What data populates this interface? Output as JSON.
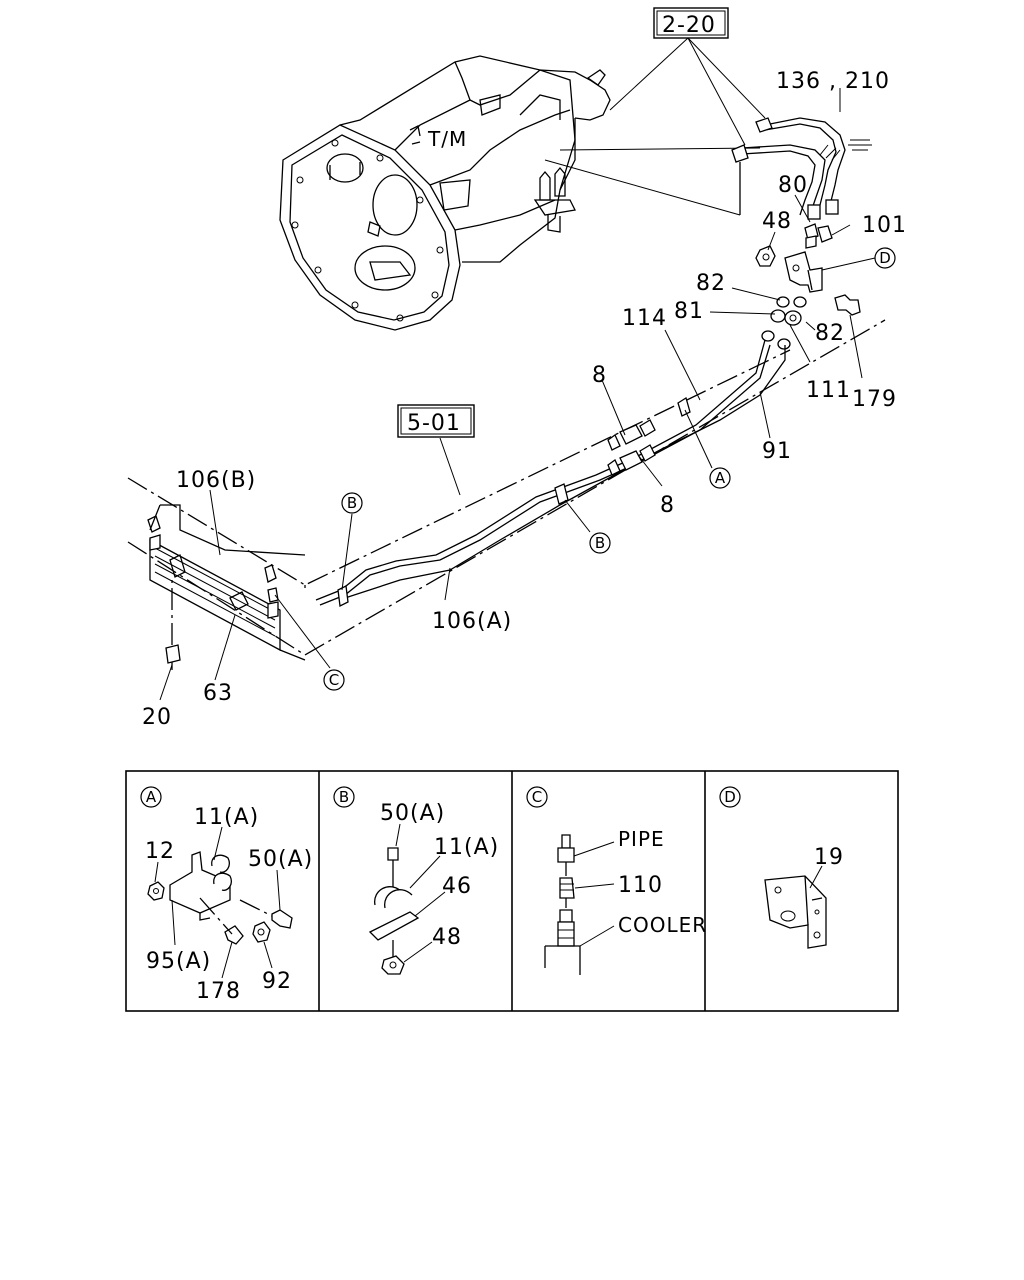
{
  "refs": {
    "transmission_ref": "2-20",
    "frame_ref": "5-01"
  },
  "main_labels": {
    "tm": "T/M",
    "p136_210": "136 , 210",
    "p80": "80",
    "p48": "48",
    "p101": "101",
    "p82a": "82",
    "p81": "81",
    "p82b": "82",
    "p114": "114",
    "p179": "179",
    "p111": "111",
    "p8a": "8",
    "p91": "91",
    "p8b": "8",
    "p106b": "106(B)",
    "p106a": "106(A)",
    "p63": "63",
    "p20": "20"
  },
  "callouts": {
    "A": "A",
    "B": "B",
    "C": "C",
    "D": "D"
  },
  "details": {
    "A": {
      "letter": "A",
      "labels": {
        "p11a": "11(A)",
        "p12": "12",
        "p50a": "50(A)",
        "p95a": "95(A)",
        "p178": "178",
        "p92": "92"
      }
    },
    "B": {
      "letter": "B",
      "labels": {
        "p50a": "50(A)",
        "p11a": "11(A)",
        "p46": "46",
        "p48": "48"
      }
    },
    "C": {
      "letter": "C",
      "labels": {
        "pipe": "PIPE",
        "p110": "110",
        "cooler": "COOLER"
      }
    },
    "D": {
      "letter": "D",
      "labels": {
        "p19": "19"
      }
    }
  }
}
